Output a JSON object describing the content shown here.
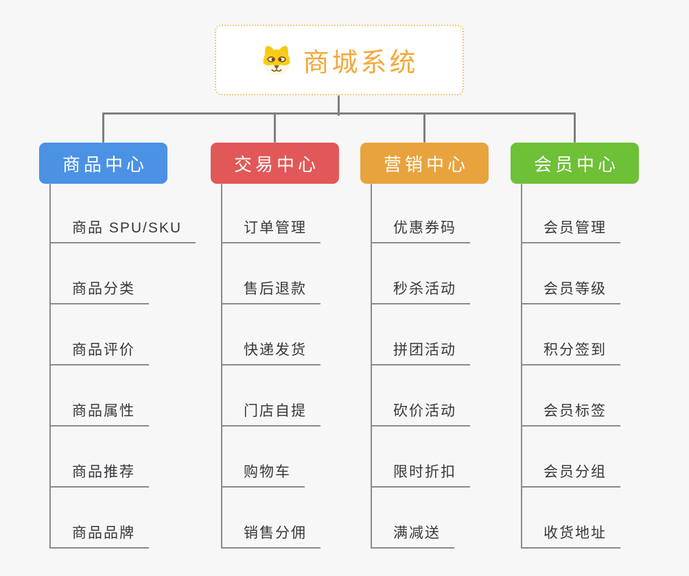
{
  "root": {
    "title": "商城系统",
    "icon": "dog-face-icon",
    "text_color": "#f2a93c",
    "border_color": "#f3c678"
  },
  "branches": [
    {
      "label": "商品中心",
      "color": "#4b92e5",
      "children": [
        "商品 SPU/SKU",
        "商品分类",
        "商品评价",
        "商品属性",
        "商品推荐",
        "商品品牌"
      ]
    },
    {
      "label": "交易中心",
      "color": "#e25858",
      "children": [
        "订单管理",
        "售后退款",
        "快递发货",
        "门店自提",
        "购物车",
        "销售分佣"
      ]
    },
    {
      "label": "营销中心",
      "color": "#e9a33d",
      "children": [
        "优惠券码",
        "秒杀活动",
        "拼团活动",
        "砍价活动",
        "限时折扣",
        "满减送"
      ]
    },
    {
      "label": "会员中心",
      "color": "#6ec037",
      "children": [
        "会员管理",
        "会员等级",
        "积分签到",
        "会员标签",
        "会员分组",
        "收货地址"
      ]
    }
  ],
  "connector_color": "#7f7f7f"
}
